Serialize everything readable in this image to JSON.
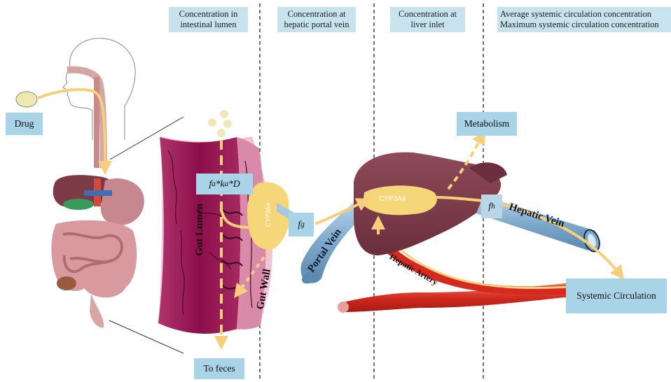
{
  "header_labels": [
    {
      "id": "intestinal",
      "lines": [
        "Concentration in",
        "intestinal lumen"
      ]
    },
    {
      "id": "portal",
      "lines": [
        "Concentration at",
        "hepatic portal vein"
      ]
    },
    {
      "id": "liver",
      "lines": [
        "Concentration at",
        "liver inlet"
      ]
    },
    {
      "id": "systemic",
      "lines": [
        "Average systemic circulation concentration",
        "Maximum systemic circulation concentration"
      ]
    }
  ],
  "boxes": {
    "drug": "Drug",
    "metabolism": "Metabolism",
    "to_feces": "To feces",
    "systemic_circulation": "Systemic Circulation",
    "dose_expr": "fa*ka*D",
    "fg": "fg",
    "fh": "fh"
  },
  "structure_labels": {
    "gut_lumen": "Gut Lumen",
    "gut_wall": "Gut Wall",
    "portal_vein": "Portal Vein",
    "hepatic_vein": "Hepatic Vein",
    "hepatic_artery": "Hepatic Artery",
    "cyp_gut": "CYP3A4",
    "cyp_liver": "CYP3A4"
  },
  "colors": {
    "label_bg": "#c7e3ee",
    "box_bg": "#a9d3e7",
    "flow_arrow": "#f7cf7c",
    "gut_tissue": "#8e0f4e",
    "liver": "#7b3a4a",
    "vessel_blue": "#8db7d6",
    "artery_red": "#d63222",
    "enzyme": "#f5d779"
  }
}
